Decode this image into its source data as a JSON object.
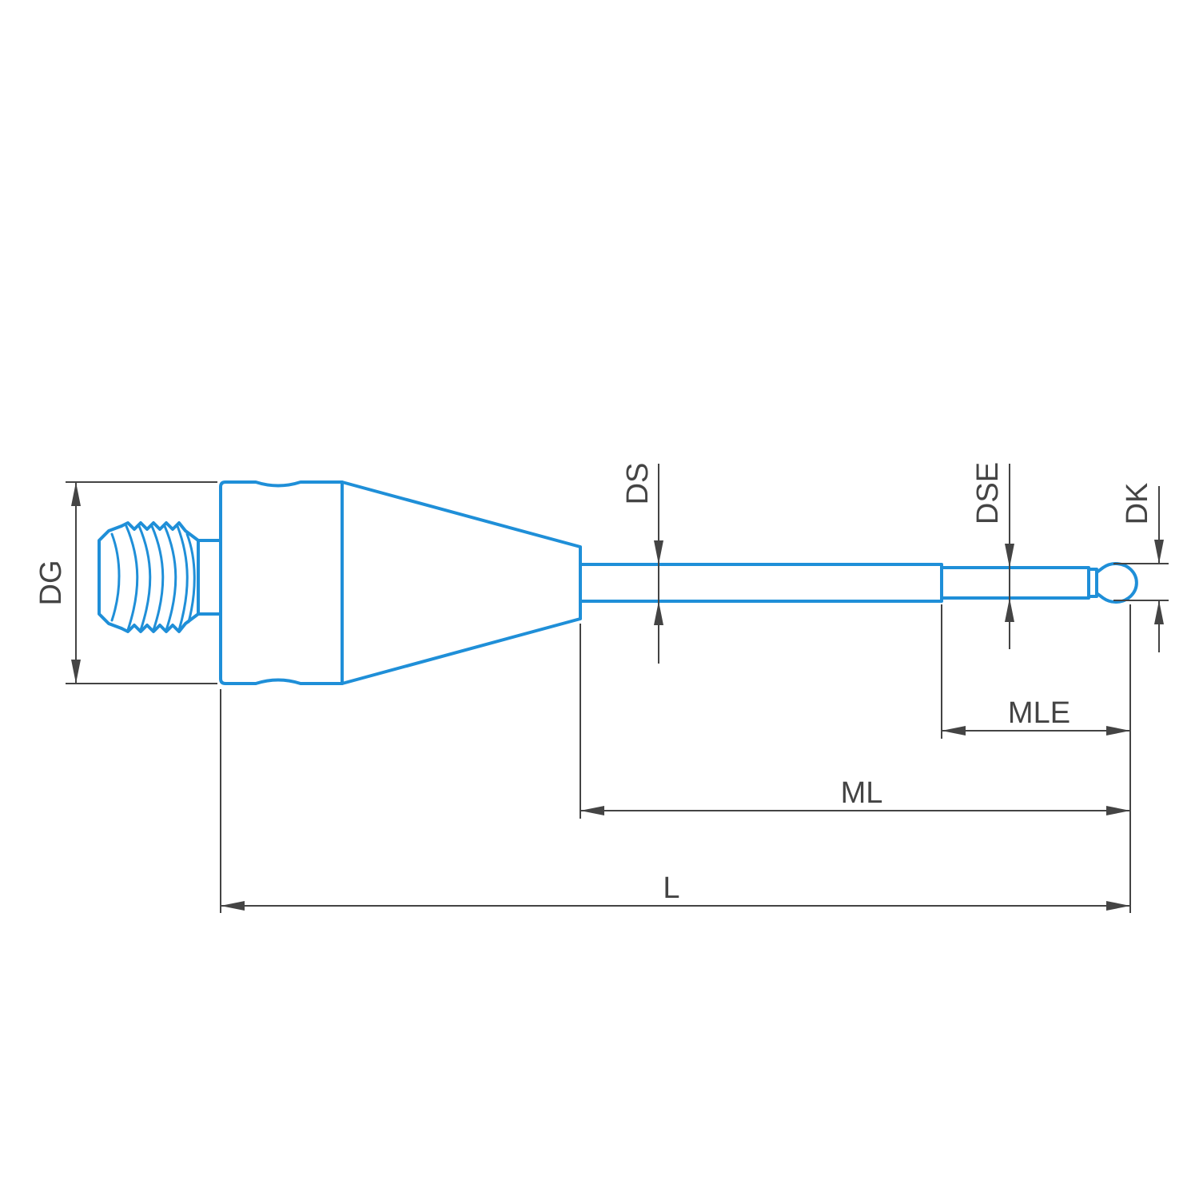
{
  "colors": {
    "part_outline": "#1f8fd8",
    "dimension": "#444444",
    "background": "#ffffff"
  },
  "labels": {
    "dg": "DG",
    "ds": "DS",
    "dse": "DSE",
    "dk": "DK",
    "mle": "MLE",
    "ml": "ML",
    "l": "L"
  }
}
